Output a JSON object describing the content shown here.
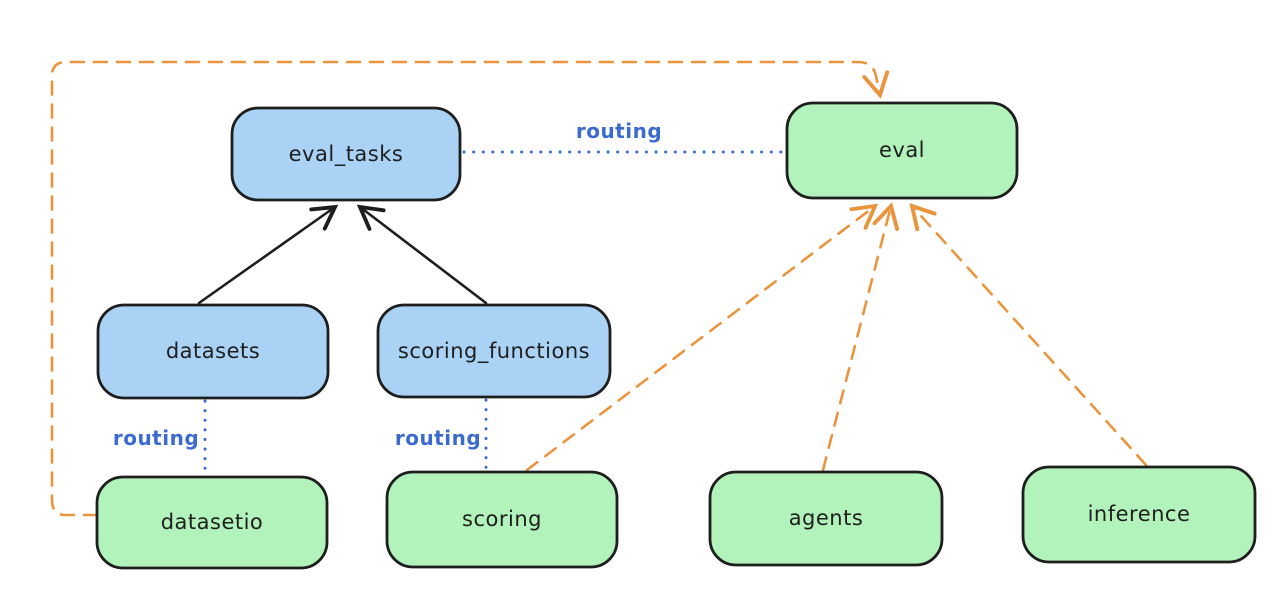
{
  "colors": {
    "background": "#ffffff",
    "node_blue_fill": "#a9d2f5",
    "node_green_fill": "#b2f2bb",
    "node_stroke": "#1e1e1e",
    "solid_arrow": "#1e1e1e",
    "dashed_arrow_orange": "#ea943e",
    "routing_blue": "#3b6bd1"
  },
  "nodes": {
    "eval_tasks": {
      "label": "eval_tasks",
      "color": "blue"
    },
    "eval": {
      "label": "eval",
      "color": "green"
    },
    "datasets": {
      "label": "datasets",
      "color": "blue"
    },
    "scoring_functions": {
      "label": "scoring_functions",
      "color": "blue"
    },
    "datasetio": {
      "label": "datasetio",
      "color": "green"
    },
    "scoring": {
      "label": "scoring",
      "color": "green"
    },
    "agents": {
      "label": "agents",
      "color": "green"
    },
    "inference": {
      "label": "inference",
      "color": "green"
    }
  },
  "edge_labels": {
    "routing_top": "routing",
    "routing_left": "routing",
    "routing_mid": "routing"
  },
  "edges": [
    {
      "from": "datasets",
      "to": "eval_tasks",
      "style": "solid-black-arrow"
    },
    {
      "from": "scoring_functions",
      "to": "eval_tasks",
      "style": "solid-black-arrow"
    },
    {
      "from": "eval_tasks",
      "to": "eval",
      "style": "dotted-blue",
      "label": "routing"
    },
    {
      "from": "datasets",
      "to": "datasetio",
      "style": "dotted-blue",
      "label": "routing"
    },
    {
      "from": "scoring_functions",
      "to": "scoring",
      "style": "dotted-blue",
      "label": "routing"
    },
    {
      "from": "datasetio",
      "to": "eval",
      "style": "dashed-orange-arrow"
    },
    {
      "from": "scoring",
      "to": "eval",
      "style": "dashed-orange-arrow"
    },
    {
      "from": "agents",
      "to": "eval",
      "style": "dashed-orange-arrow"
    },
    {
      "from": "inference",
      "to": "eval",
      "style": "dashed-orange-arrow"
    }
  ]
}
